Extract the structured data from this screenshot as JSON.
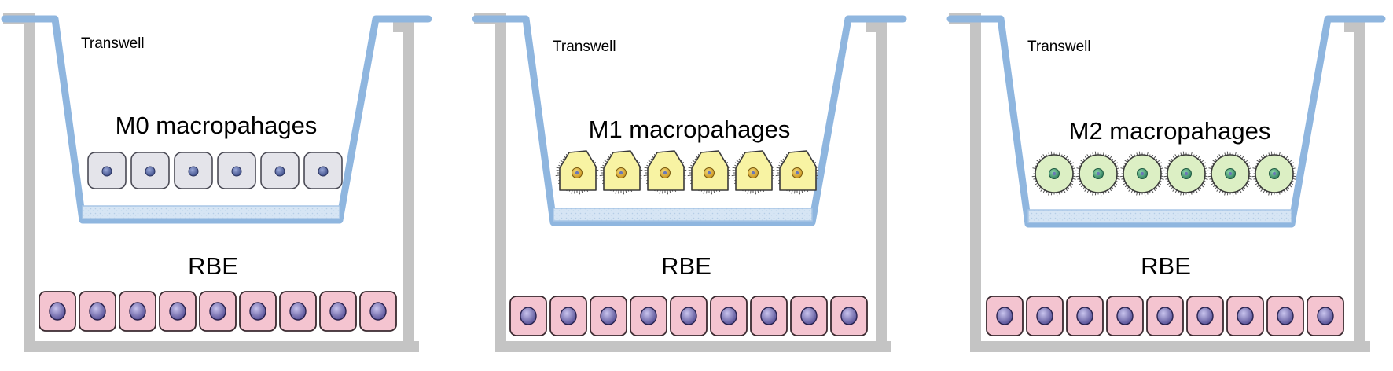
{
  "panels": [
    {
      "transwell_label": "Transwell",
      "macrophage_label": "M0 macropahages",
      "cell_type": "m0",
      "rbe_label": "RBE"
    },
    {
      "transwell_label": "Transwell",
      "macrophage_label": "M1 macropahages",
      "cell_type": "m1",
      "rbe_label": "RBE"
    },
    {
      "transwell_label": "Transwell",
      "macrophage_label": "M2 macropahages",
      "cell_type": "m2",
      "rbe_label": "RBE"
    }
  ],
  "colors": {
    "well_gray": "#c4c4c4",
    "insert_blue": "#8fb6df",
    "membrane_blue": "#cfe0f0",
    "m0_cell_fill": "#e4e4ea",
    "m0_nucleus": "#5a6aa0",
    "m1_cell_fill": "#f8f3a3",
    "m1_nucleus": "#e0b020",
    "m2_cell_fill": "#dcefc4",
    "m2_nucleus": "#3c9a70",
    "rbe_cell_fill": "#f4c4d0",
    "rbe_nucleus": "#6e66a8"
  },
  "counts": {
    "macrophages_per_panel": 6,
    "rbe_cells_per_panel": 9
  }
}
